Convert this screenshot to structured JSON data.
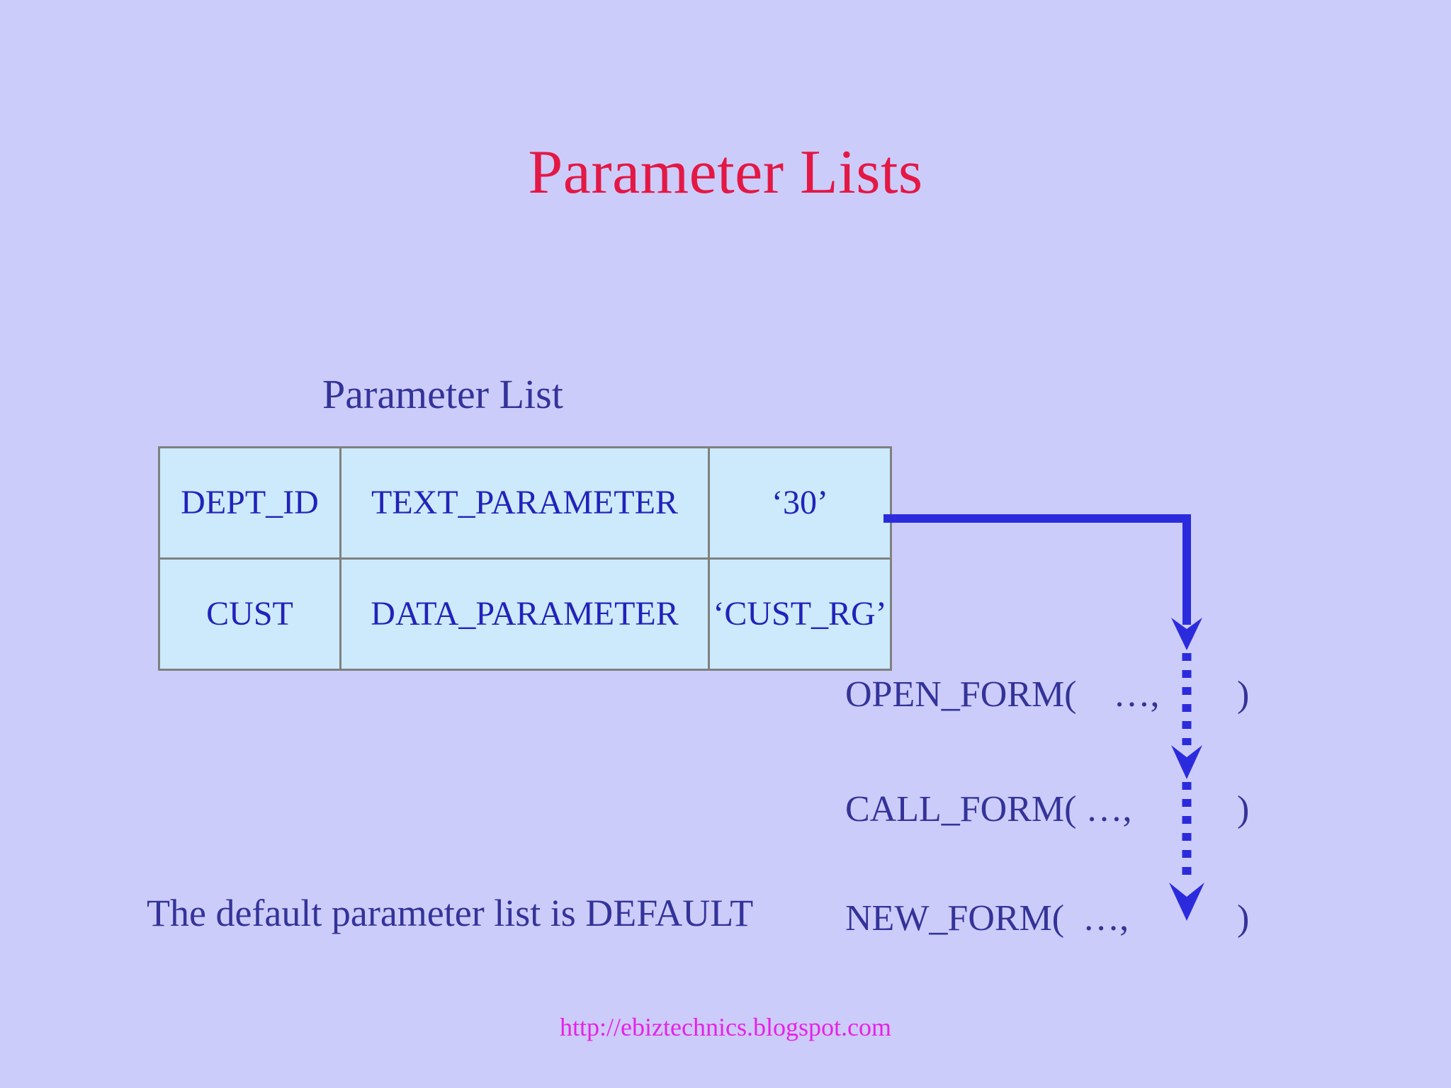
{
  "slide": {
    "background_color": "#ccccfa",
    "title": "Parameter Lists",
    "title_color": "#e31845",
    "accent_color": "#2b2bdd",
    "text_color": "#333399"
  },
  "parameter_list": {
    "heading": "Parameter List",
    "table": {
      "cell_fill": "#cceafb",
      "border_color": "#808080",
      "rows": [
        [
          "DEPT_ID",
          "TEXT_PARAMETER",
          "‘30’"
        ],
        [
          "CUST",
          "DATA_PARAMETER",
          "‘CUST_RG’"
        ]
      ]
    }
  },
  "form_calls": [
    {
      "label": "OPEN_FORM(    …,",
      "close": ")"
    },
    {
      "label": "CALL_FORM( …,",
      "close": ")"
    },
    {
      "label": "NEW_FORM(  …,",
      "close": ")"
    }
  ],
  "note": {
    "text": "The default parameter list is DEFAULT"
  },
  "footer": {
    "url": "http://ebiztechnics.blogspot.com",
    "color": "#e820e8"
  }
}
